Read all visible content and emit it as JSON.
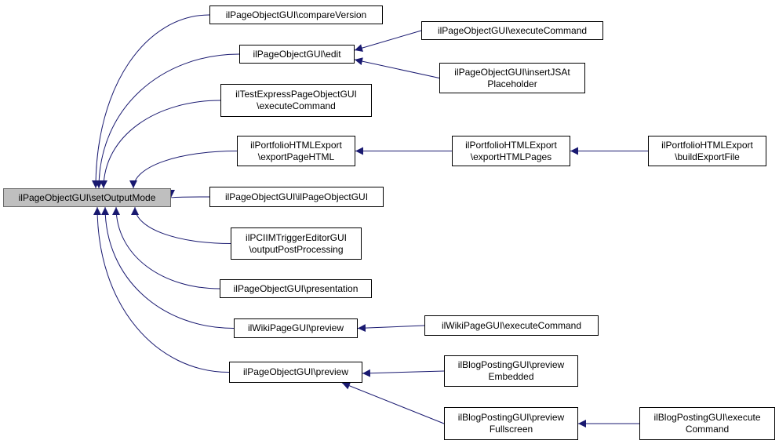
{
  "diagram": {
    "edge_color": "#191970",
    "root_fill": "#bfbfbf",
    "nodes": [
      {
        "id": "root",
        "lines": [
          "ilPageObjectGUI\\setOutputMode"
        ],
        "root": true
      },
      {
        "id": "compare",
        "lines": [
          "ilPageObjectGUI\\compareVersion"
        ]
      },
      {
        "id": "edit",
        "lines": [
          "ilPageObjectGUI\\edit"
        ]
      },
      {
        "id": "exec1",
        "lines": [
          "ilPageObjectGUI\\executeCommand"
        ]
      },
      {
        "id": "insertjs",
        "lines": [
          "ilPageObjectGUI\\insertJSAt",
          "Placeholder"
        ]
      },
      {
        "id": "testexpress",
        "lines": [
          "ilTestExpressPageObjectGUI",
          "\\executeCommand"
        ]
      },
      {
        "id": "portexport",
        "lines": [
          "ilPortfolioHTMLExport",
          "\\exportPageHTML"
        ]
      },
      {
        "id": "portpages",
        "lines": [
          "ilPortfolioHTMLExport",
          "\\exportHTMLPages"
        ]
      },
      {
        "id": "portfile",
        "lines": [
          "ilPortfolioHTMLExport",
          "\\buildExportFile"
        ]
      },
      {
        "id": "ctor",
        "lines": [
          "ilPageObjectGUI\\ilPageObjectGUI"
        ]
      },
      {
        "id": "pcllm",
        "lines": [
          "ilPCIIMTriggerEditorGUI",
          "\\outputPostProcessing"
        ]
      },
      {
        "id": "presentation",
        "lines": [
          "ilPageObjectGUI\\presentation"
        ]
      },
      {
        "id": "wikiprev",
        "lines": [
          "ilWikiPageGUI\\preview"
        ]
      },
      {
        "id": "wikiexec",
        "lines": [
          "ilWikiPageGUI\\executeCommand"
        ]
      },
      {
        "id": "preview",
        "lines": [
          "ilPageObjectGUI\\preview"
        ]
      },
      {
        "id": "blogembed",
        "lines": [
          "ilBlogPostingGUI\\preview",
          "Embedded"
        ]
      },
      {
        "id": "blogfull",
        "lines": [
          "ilBlogPostingGUI\\preview",
          "Fullscreen"
        ]
      },
      {
        "id": "blogexec",
        "lines": [
          "ilBlogPostingGUI\\execute",
          "Command"
        ]
      }
    ],
    "edges": [
      [
        "compare",
        "root"
      ],
      [
        "edit",
        "root"
      ],
      [
        "testexpress",
        "root"
      ],
      [
        "portexport",
        "root"
      ],
      [
        "ctor",
        "root"
      ],
      [
        "pcllm",
        "root"
      ],
      [
        "presentation",
        "root"
      ],
      [
        "wikiprev",
        "root"
      ],
      [
        "preview",
        "root"
      ],
      [
        "exec1",
        "edit"
      ],
      [
        "insertjs",
        "edit"
      ],
      [
        "portpages",
        "portexport"
      ],
      [
        "portfile",
        "portpages"
      ],
      [
        "wikiexec",
        "wikiprev"
      ],
      [
        "blogembed",
        "preview"
      ],
      [
        "blogfull",
        "preview"
      ],
      [
        "blogexec",
        "blogfull"
      ]
    ]
  }
}
